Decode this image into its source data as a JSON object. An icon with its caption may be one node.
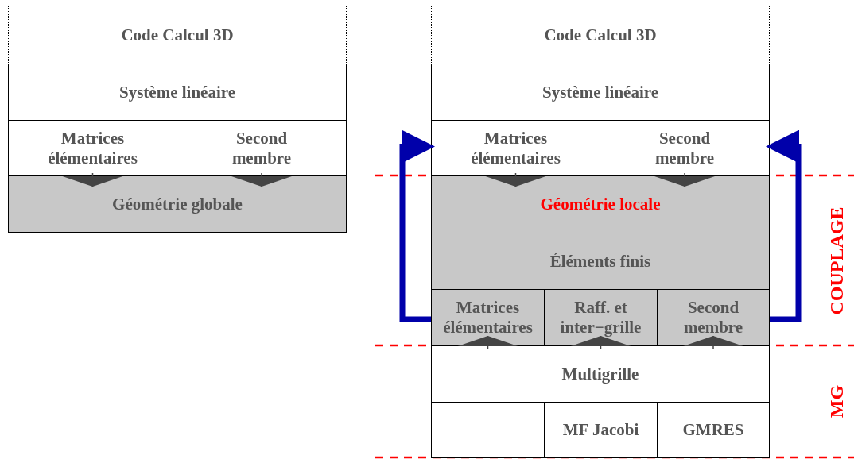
{
  "diagram": {
    "nodes": [
      {
        "text": [
          "Code Calcul 3D"
        ]
      },
      {
        "text": [
          "Système linéaire"
        ]
      },
      {
        "text": [
          "Matrices élémentaires"
        ]
      },
      {
        "text": [
          "Second membre"
        ]
      },
      {
        "text": [
          "Géométrie globale"
        ]
      },
      {
        "text": [
          "Code Calcul 3D"
        ]
      },
      {
        "text": [
          "Système linéaire"
        ]
      },
      {
        "text": [
          "Matrices élémentaires"
        ]
      },
      {
        "text": [
          "Second membre"
        ]
      },
      {
        "text": [
          "Géométrie locale"
        ]
      },
      {
        "text": [
          "Éléments finis"
        ]
      },
      {
        "text": [
          "Matrices élémentaires"
        ]
      },
      {
        "text": [
          "Raff. et inter−grille"
        ]
      },
      {
        "text": [
          "Second membre"
        ]
      },
      {
        "text": [
          "Multigrille"
        ]
      },
      {
        "text": [],
        "shape": "box"
      },
      {
        "text": [
          "MF Jacobi"
        ]
      },
      {
        "text": [
          "GMRES"
        ]
      }
    ],
    "edges": [
      {
        "from": 2,
        "to": 4,
        "arrow": "to"
      },
      {
        "from": 3,
        "to": 4,
        "arrow": "to"
      },
      {
        "from": 7,
        "to": 9,
        "arrow": "to"
      },
      {
        "from": 8,
        "to": 9,
        "arrow": "to"
      },
      {
        "from": 14,
        "to": 11,
        "arrow": "to"
      },
      {
        "from": 14,
        "to": 12,
        "arrow": "to"
      },
      {
        "from": 14,
        "to": 13,
        "arrow": "to"
      },
      {
        "from": 11,
        "to": 7,
        "arrow": "to",
        "style": "thick",
        "color": "#0000aa"
      },
      {
        "from": 13,
        "to": 8,
        "arrow": "to",
        "style": "thick",
        "color": "#0000aa"
      }
    ],
    "labels": [
      "COUPLAGE",
      "MG"
    ]
  }
}
